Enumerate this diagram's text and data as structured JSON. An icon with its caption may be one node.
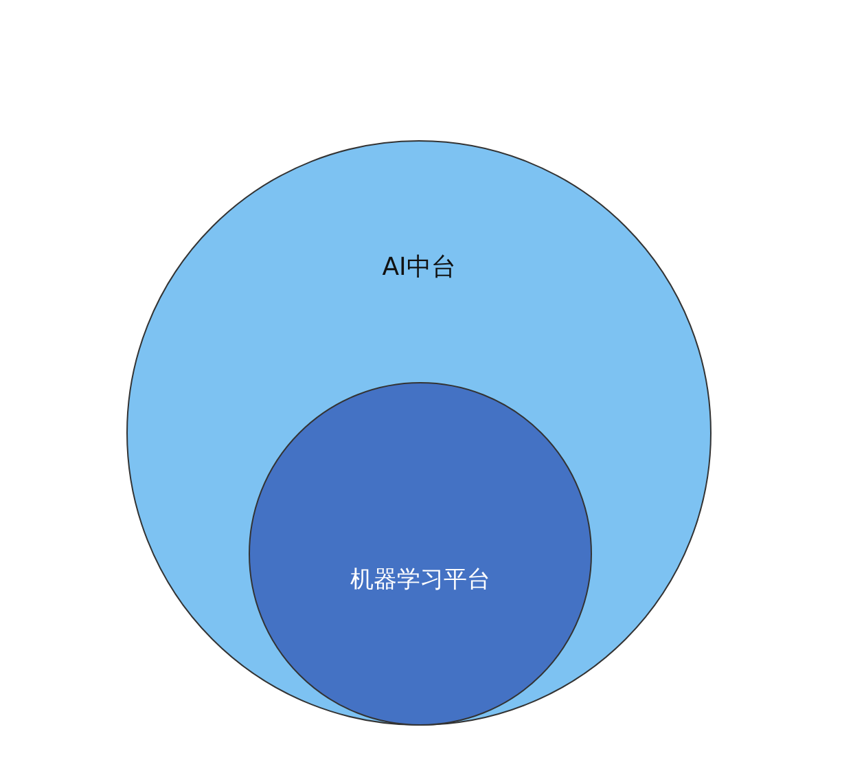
{
  "diagram": {
    "nodes": [
      {
        "text": [
          "AI中台"
        ]
      },
      {
        "text": [
          "机器学习平台"
        ],
        "in": 0
      }
    ]
  }
}
